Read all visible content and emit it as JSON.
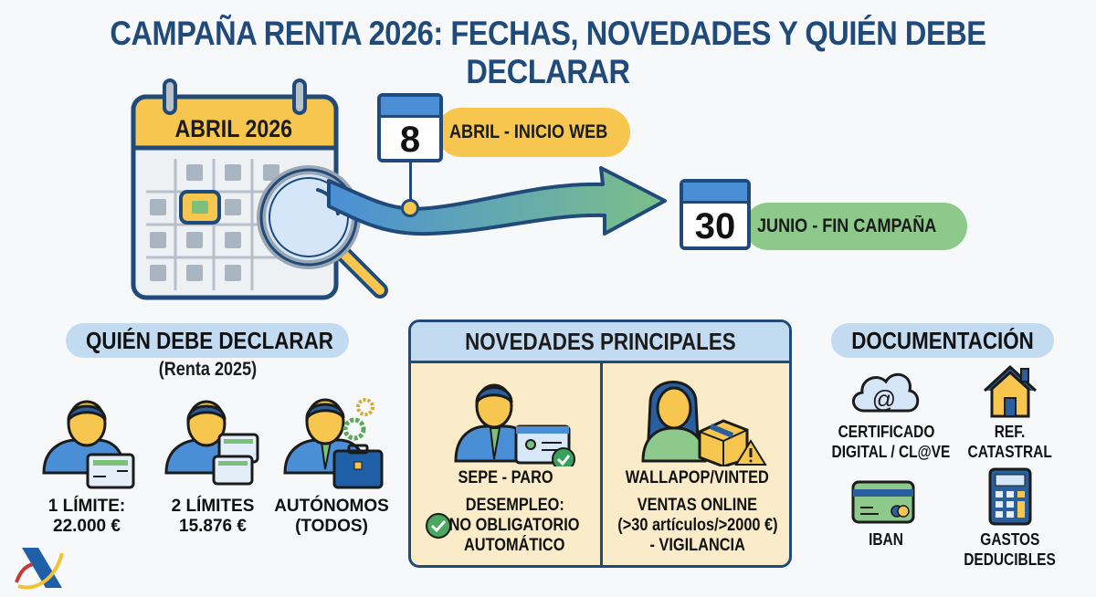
{
  "title": "CAMPAÑA RENTA 2026: FECHAS, NOVEDADES Y QUIÉN DEBE DECLARAR",
  "calendar": {
    "month_label": "ABRIL 2026"
  },
  "timeline": {
    "start": {
      "day": "8",
      "label": "ABRIL - INICIO WEB",
      "color": "#f6c64e"
    },
    "end": {
      "day": "30",
      "label": "JUNIO - FIN CAMPAÑA",
      "color": "#8cc98a"
    }
  },
  "who": {
    "heading": "QUIÉN DEBE DECLARAR",
    "subheading": "(Renta 2025)",
    "items": [
      {
        "icon": "person-with-card-icon",
        "line1": "1 LÍMITE:",
        "line2": "22.000 €"
      },
      {
        "icon": "person-with-two-cards-icon",
        "line1": "2 LÍMITES",
        "line2": "15.876 €"
      },
      {
        "icon": "businessman-briefcase-gears-icon",
        "line1": "AUTÓNOMOS",
        "line2": "(TODOS)"
      }
    ]
  },
  "novedades": {
    "heading": "NOVEDADES PRINCIPALES",
    "left": {
      "icon": "person-with-id-card-check-icon",
      "title": "SEPE - PARO",
      "lines": [
        "DESEMPLEO:",
        "NO OBLIGATORIO",
        "AUTOMÁTICO"
      ]
    },
    "right": {
      "icon": "woman-with-box-warning-icon",
      "title": "WALLAPOP/VINTED",
      "lines": [
        "VENTAS ONLINE",
        "(>30 artículos/>2000 €)",
        "- VIGILANCIA"
      ]
    }
  },
  "documentacion": {
    "heading": "DOCUMENTACIÓN",
    "items": [
      {
        "icon": "cloud-at-icon",
        "line1": "CERTIFICADO",
        "line2": "DIGITAL / CL@VE"
      },
      {
        "icon": "house-icon",
        "line1": "REF.",
        "line2": "CATASTRAL"
      },
      {
        "icon": "credit-card-icon",
        "line1": "IBAN",
        "line2": ""
      },
      {
        "icon": "calculator-icon",
        "line1": "GASTOS",
        "line2": "DEDUCIBLES"
      }
    ]
  },
  "colors": {
    "title": "#1f4a7a",
    "yellow": "#f6c64e",
    "green": "#8cc98a",
    "light_blue": "#c3dbf1",
    "cream": "#fbecc9"
  }
}
